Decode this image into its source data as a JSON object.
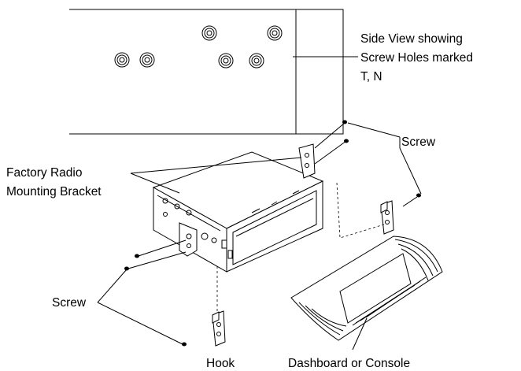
{
  "labels": {
    "side_view_line1": "Side View showing",
    "side_view_line2": "Screw Holes marked",
    "side_view_line3": "T, N",
    "screw_top": "Screw",
    "factory_line1": "Factory Radio",
    "factory_line2": "Mounting Bracket",
    "screw_left": "Screw",
    "hook": "Hook",
    "dashboard": "Dashboard or Console"
  },
  "icons": {
    "screw_hole_count": 6,
    "screw_count": 4
  }
}
